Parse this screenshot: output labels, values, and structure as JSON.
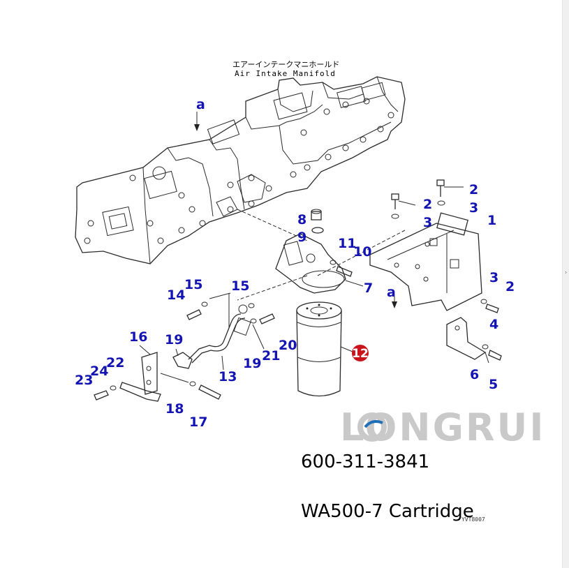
{
  "diagram": {
    "title_jp": "エアーインテークマニホールド",
    "title_en": "Air Intake Manifold",
    "view_markers": [
      "a",
      "a"
    ],
    "callouts": [
      {
        "id": "c1",
        "label": "1"
      },
      {
        "id": "c2a",
        "label": "2"
      },
      {
        "id": "c2b",
        "label": "2"
      },
      {
        "id": "c2c",
        "label": "2"
      },
      {
        "id": "c3a",
        "label": "3"
      },
      {
        "id": "c3b",
        "label": "3"
      },
      {
        "id": "c3c",
        "label": "3"
      },
      {
        "id": "c4",
        "label": "4"
      },
      {
        "id": "c5",
        "label": "5"
      },
      {
        "id": "c6",
        "label": "6"
      },
      {
        "id": "c7",
        "label": "7"
      },
      {
        "id": "c8",
        "label": "8"
      },
      {
        "id": "c9",
        "label": "9"
      },
      {
        "id": "c10",
        "label": "10"
      },
      {
        "id": "c11",
        "label": "11"
      },
      {
        "id": "c12",
        "label": "12"
      },
      {
        "id": "c13",
        "label": "13"
      },
      {
        "id": "c14",
        "label": "14"
      },
      {
        "id": "c15a",
        "label": "15"
      },
      {
        "id": "c15b",
        "label": "15"
      },
      {
        "id": "c16",
        "label": "16"
      },
      {
        "id": "c17",
        "label": "17"
      },
      {
        "id": "c18",
        "label": "18"
      },
      {
        "id": "c19a",
        "label": "19"
      },
      {
        "id": "c19b",
        "label": "19"
      },
      {
        "id": "c20",
        "label": "20"
      },
      {
        "id": "c21",
        "label": "21"
      },
      {
        "id": "c22",
        "label": "22"
      },
      {
        "id": "c23",
        "label": "23"
      },
      {
        "id": "c24",
        "label": "24"
      }
    ],
    "highlight_color": "#c8141a",
    "callout_color": "#1414b4",
    "watermark": "LONGRUI",
    "part_number": "600-311-3841",
    "part_description": "WA500-7 Cartridge",
    "drawing_number": "YVT8007"
  }
}
